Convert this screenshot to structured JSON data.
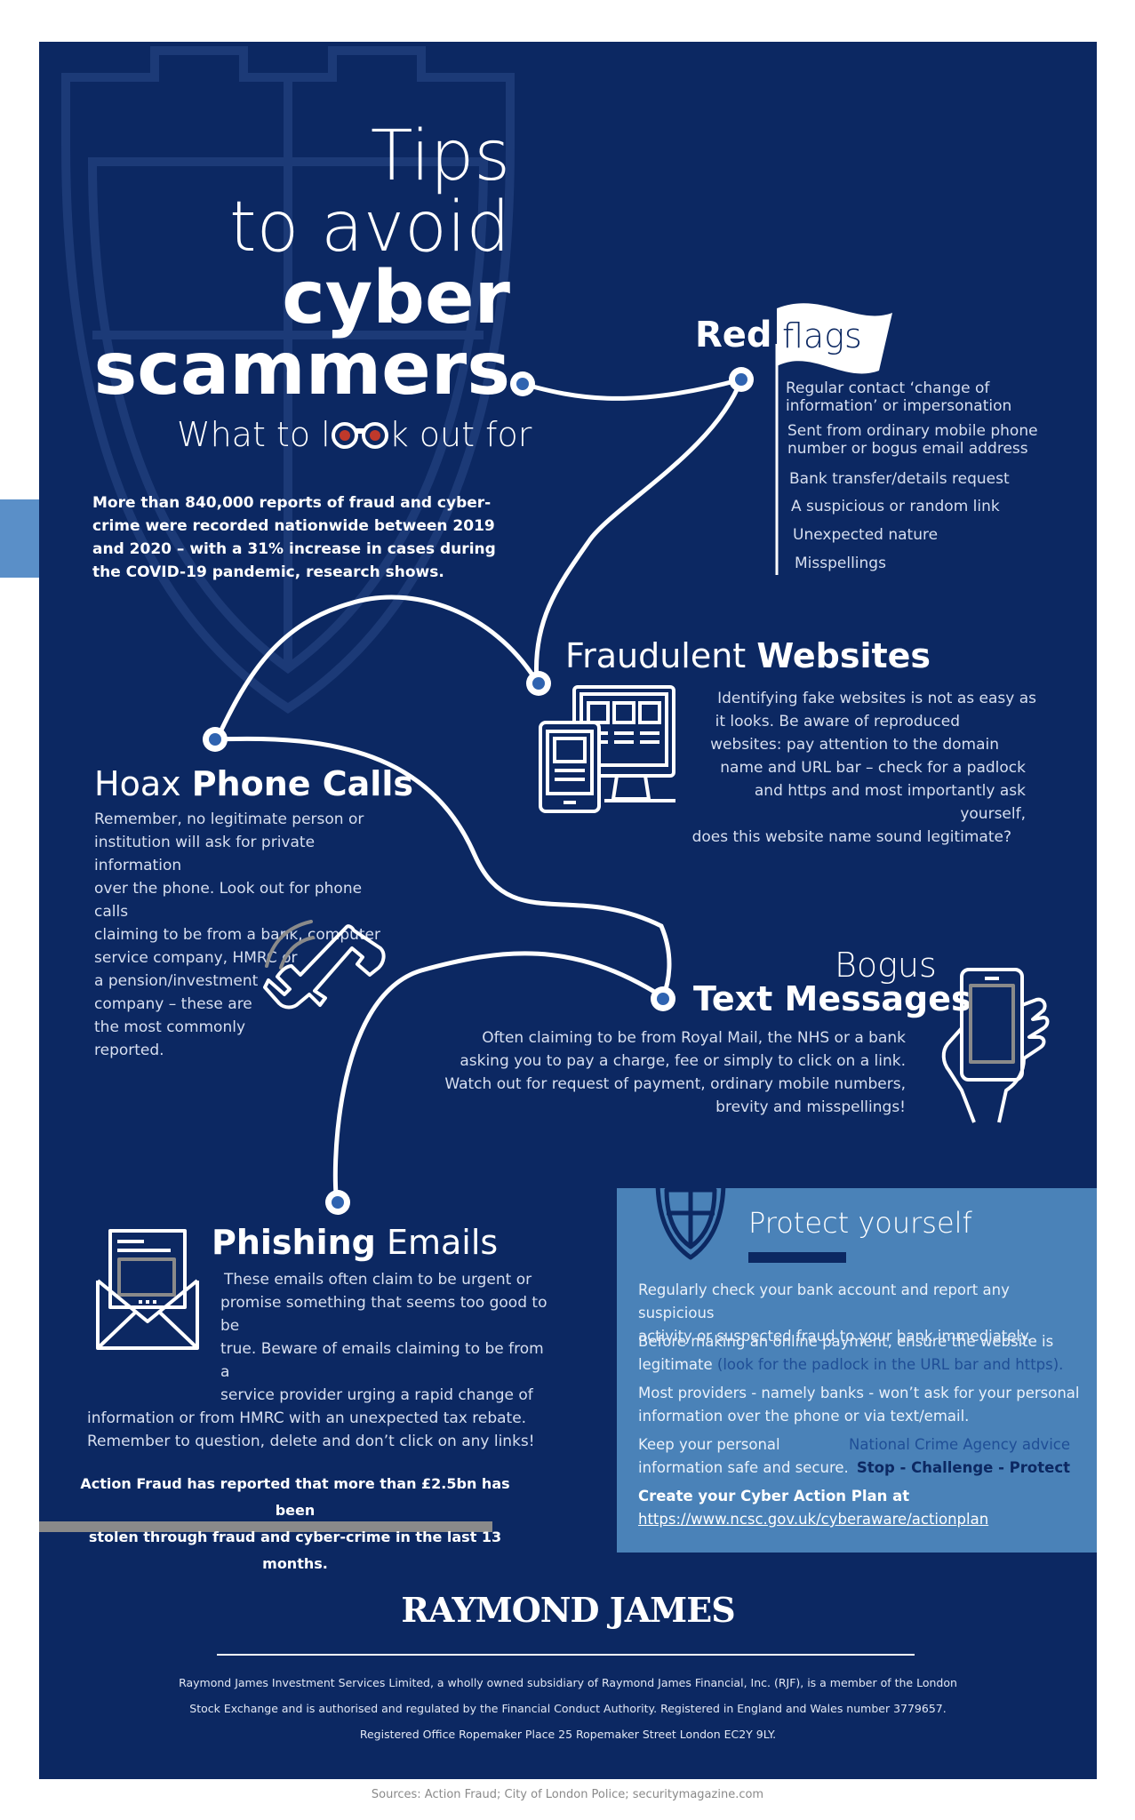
{
  "title": {
    "line1": "Tips",
    "line2": "to avoid",
    "line3": "cyber",
    "line4": "scammers",
    "subtitle_pre": "What to l",
    "subtitle_post": "k out for"
  },
  "intro": {
    "stat": "More than 840,000 reports of fraud and cyber-crime were recorded nationwide between 2019 and 2020 – with a 31% increase in cases during the COVID-19 pandemic, research shows."
  },
  "red_flags": {
    "bold": "Red",
    "thin": "flags",
    "items": [
      "Regular contact ‘change of",
      "information’ or impersonation",
      "Sent from ordinary mobile phone",
      "number or bogus email address",
      "Bank transfer/details request",
      "A suspicious or random link",
      "Unexpected nature",
      "Misspellings"
    ]
  },
  "websites": {
    "thin": "Fraudulent",
    "bold": "Websites",
    "lines": [
      "Identifying fake websites is not as easy as",
      "it looks. Be aware of reproduced",
      "websites: pay attention to the domain",
      "name and URL bar – check for a padlock",
      "and https and most importantly ask yourself,",
      "does this website name sound legitimate?"
    ]
  },
  "phone": {
    "thin": "Hoax",
    "bold": "Phone Calls",
    "lines": [
      "Remember, no legitimate person or",
      "institution will ask for private information",
      "over the phone. Look out for phone calls",
      "claiming to be from a bank, computer",
      "service company, HMRC or",
      "a pension/investment",
      "company – these are",
      "the most commonly",
      "reported."
    ]
  },
  "texts": {
    "thin": "Bogus",
    "bold": "Text Messages",
    "lines": [
      "Often claiming to be from Royal Mail, the NHS or a bank",
      "asking you to pay a charge, fee or simply to click on a link.",
      "Watch out for request of payment, ordinary mobile numbers,",
      "brevity and misspellings!"
    ]
  },
  "phishing": {
    "bold": "Phishing",
    "thin": "Emails",
    "lines": [
      "These emails often claim to be urgent or",
      "promise something that seems too good to be",
      "true. Beware of emails claiming to be from a",
      "service provider urging a rapid change of",
      "information or from HMRC with an unexpected tax rebate.",
      "Remember to question, delete and don’t click on any links!"
    ]
  },
  "action_fraud": {
    "line1": "Action Fraud has reported that more than £2.5bn has been",
    "line2": "stolen through fraud and cyber-crime in the last 13 months."
  },
  "protect": {
    "title": "Protect yourself",
    "p1a": "Regularly check your bank account and report any suspicious",
    "p1b": "activity or suspected fraud to your bank immediately.",
    "p2a": "Before making an online payment, ensure the website is",
    "p2b": "legitimate",
    "p2c": "(look for the padlock in the URL bar and https).",
    "p3a": "Most providers - namely banks - won’t ask for your personal",
    "p3b": "information over the phone or via text/email.",
    "p4a": "Keep your personal",
    "p4b": "information safe and secure.",
    "nca": "National Crime Agency advice",
    "stop": "Stop - Challenge - Protect",
    "plan": "Create your Cyber Action Plan at",
    "url": "https://www.ncsc.gov.uk/cyberaware/actionplan"
  },
  "brand": {
    "logo": "RAYMOND JAMES",
    "disclaimer1": "Raymond James Investment Services Limited, a wholly owned subsidiary of Raymond James Financial, Inc. (RJF), is a member of the London",
    "disclaimer2": "Stock Exchange and is authorised and regulated by the Financial Conduct Authority. Registered in England and Wales number 3779657.",
    "disclaimer3": "Registered Office Ropemaker Place 25 Ropemaker Street London EC2Y 9LY."
  },
  "sources": "Sources: Action Fraud; City of London Police; securitymagazine.com",
  "colors": {
    "navy": "#0c2862",
    "light_blue": "#4a82b8",
    "accent_blue": "#5a8fc8",
    "grey_bar": "#8a8a8a",
    "binoculars_red": "#c0392b"
  }
}
